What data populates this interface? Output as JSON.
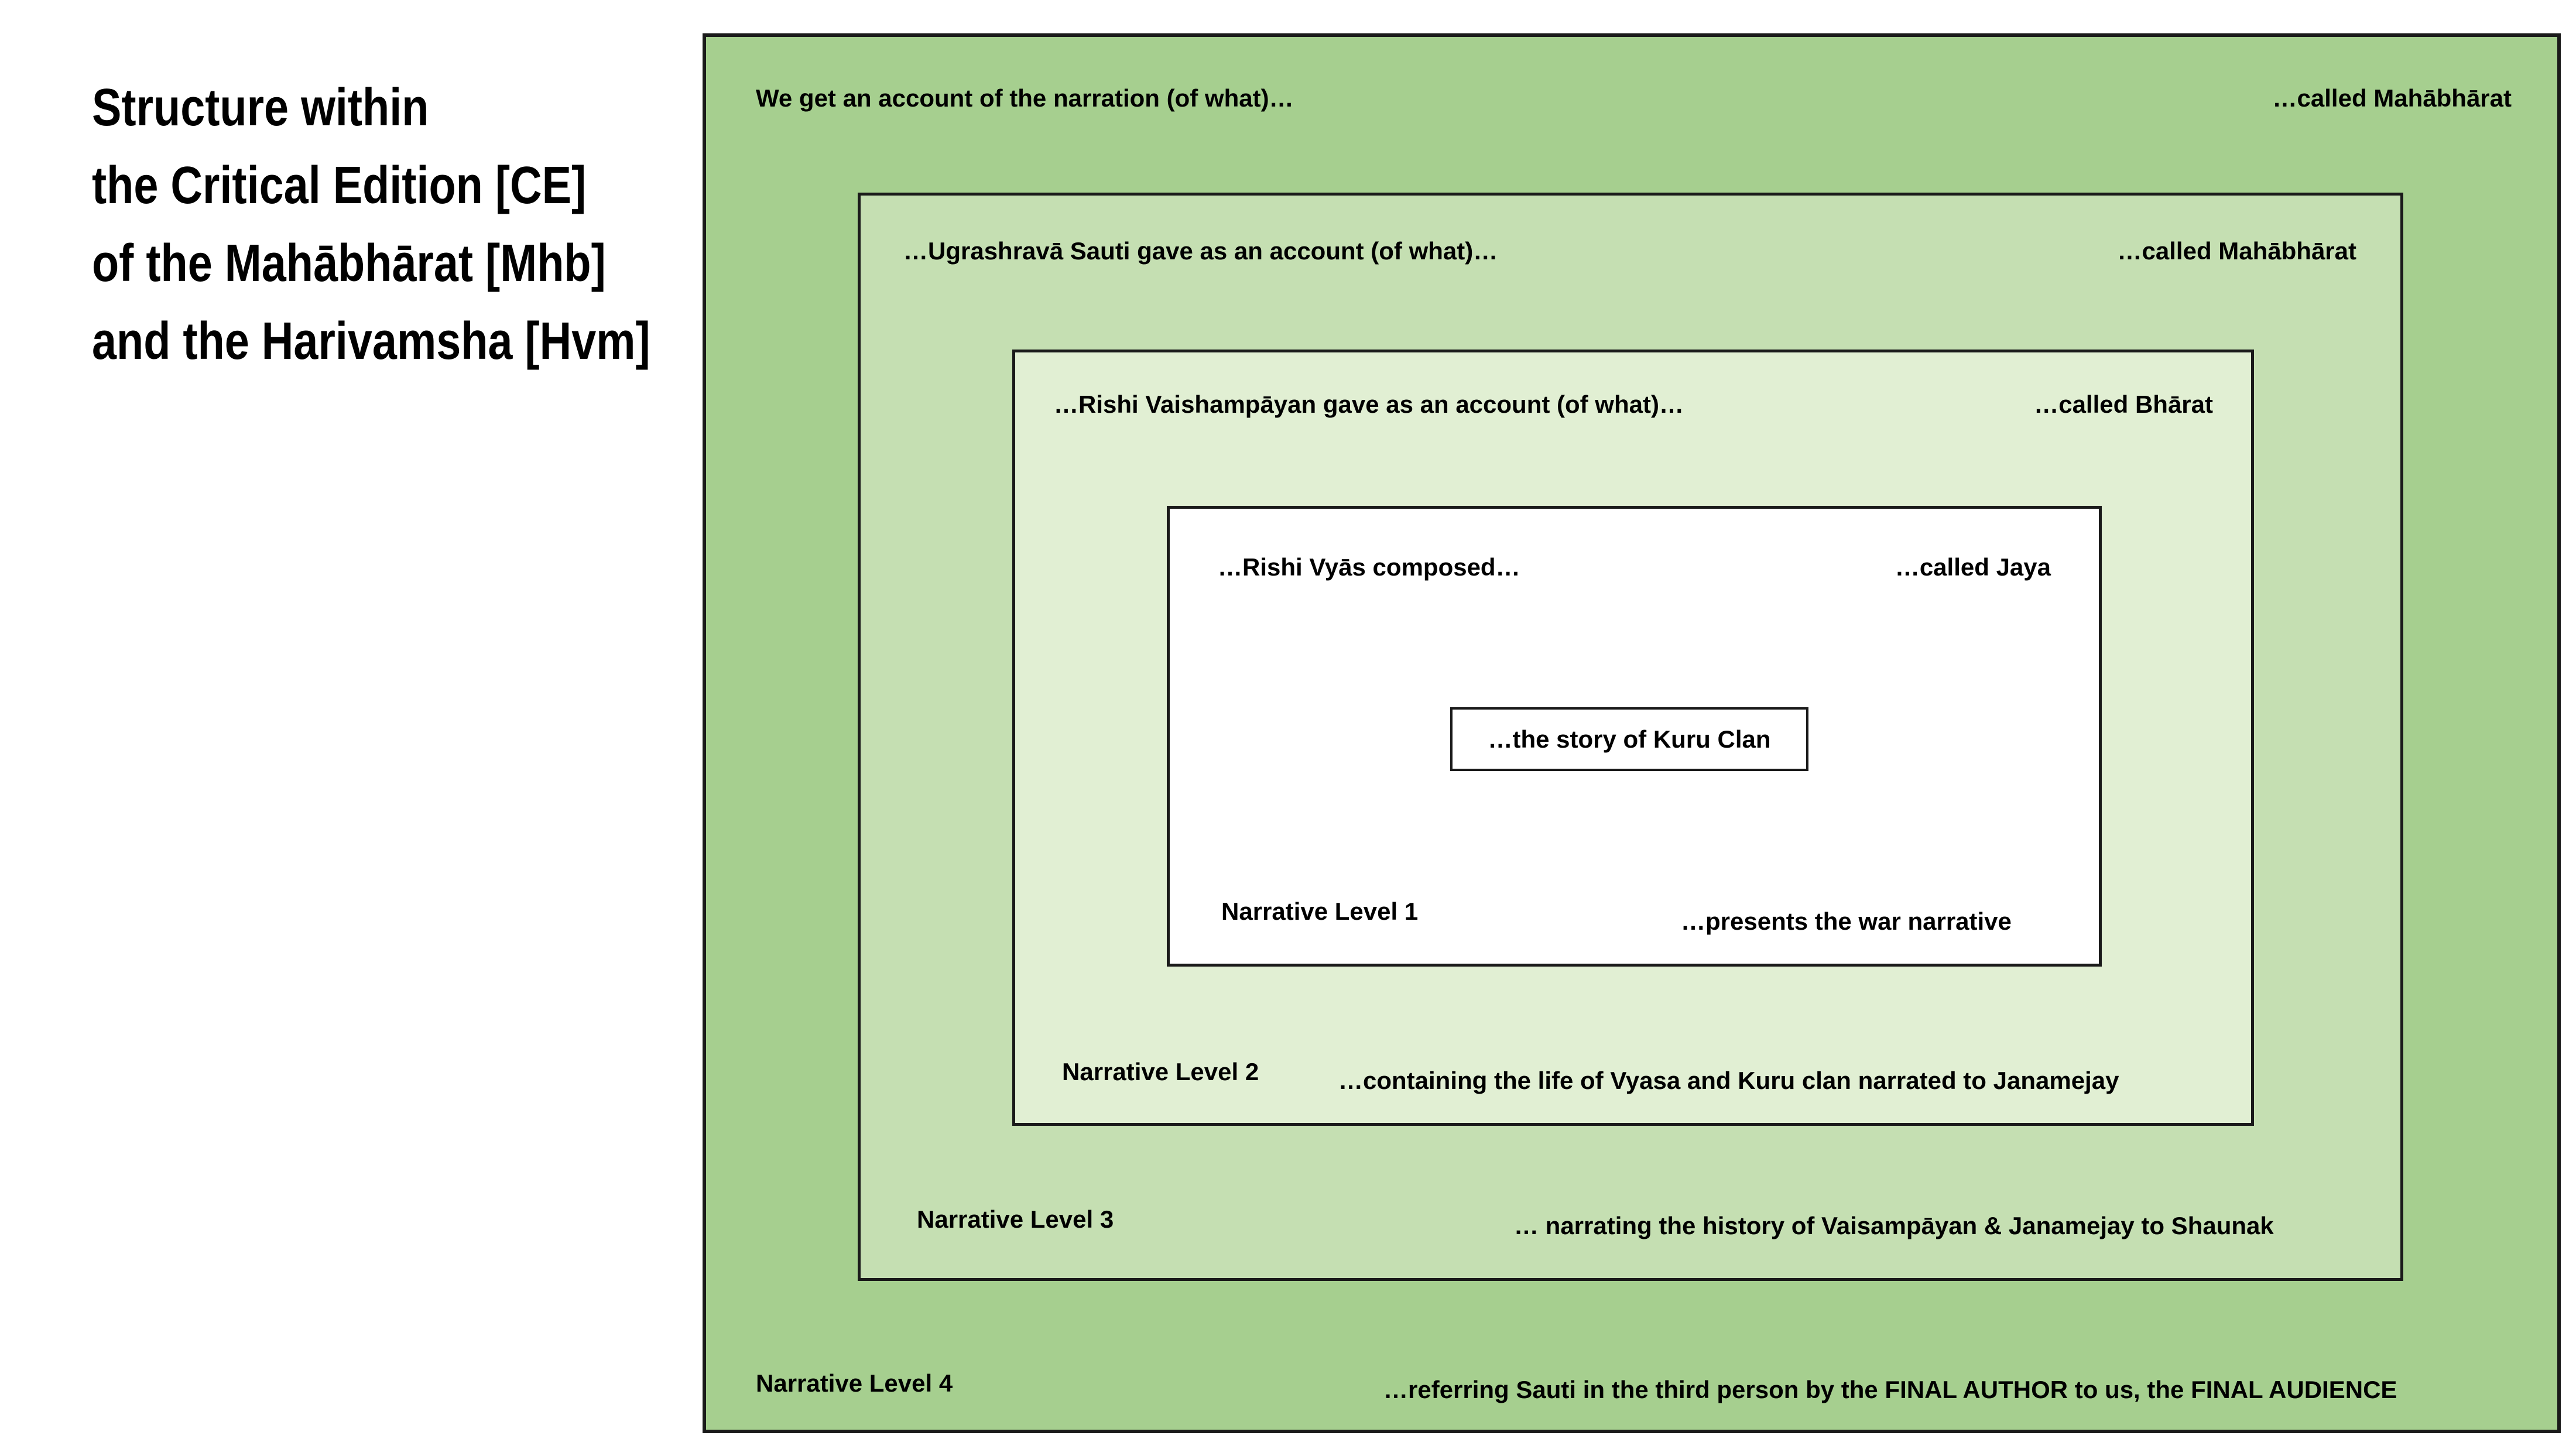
{
  "title": {
    "lines": [
      "Structure within",
      "the Critical Edition [CE]",
      "of the Mahābhārat [Mhb]",
      "and the Harivamsha [Hvm]"
    ]
  },
  "colors": {
    "border": "#1a1a1a",
    "level4_bg": "#a6cf8f",
    "level3_bg": "#c5dfb2",
    "level2_bg": "#e1efd3",
    "level1_bg": "#ffffff",
    "core_bg": "#ffffff"
  },
  "levels": {
    "level4": {
      "top_left": "We get an account of the narration (of what)…",
      "top_right": "…called Mahābhārat",
      "label": "Narrative Level 4",
      "bottom_text": "…referring Sauti in the third person by the FINAL AUTHOR to us, the FINAL AUDIENCE"
    },
    "level3": {
      "top_left": "…Ugrashravā Sauti gave as an account (of what)…",
      "top_right": "…called Mahābhārat",
      "label": "Narrative Level 3",
      "bottom_text": "… narrating the history of Vaisampāyan & Janamejay to Shaunak"
    },
    "level2": {
      "top_left": "…Rishi Vaishampāyan gave as an account (of what)…",
      "top_right": "…called Bhārat",
      "label": "Narrative Level 2",
      "bottom_text": "…containing the life of Vyasa and Kuru clan narrated to Janamejay"
    },
    "level1": {
      "top_left": "…Rishi Vyās composed…",
      "top_right": "…called Jaya",
      "label": "Narrative Level 1",
      "bottom_text": "…presents the war narrative"
    },
    "core": {
      "text": "…the story of Kuru Clan"
    }
  }
}
